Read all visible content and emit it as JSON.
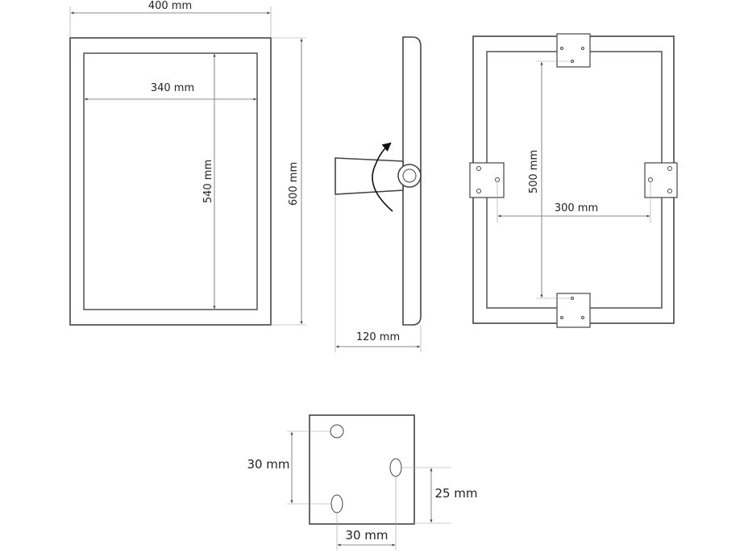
{
  "dimensions": {
    "front_width": "400 mm",
    "inner_width": "340 mm",
    "inner_height": "540 mm",
    "total_height": "600 mm",
    "depth": "120 mm",
    "mount_vertical": "500 mm",
    "mount_horizontal": "300 mm",
    "plate_hole_vertical": "30 mm",
    "plate_slot_spacing": "25 mm",
    "plate_hole_horizontal": "30 mm"
  },
  "colors": {
    "line": "#444444",
    "dimension": "#666666",
    "background": "#ffffff"
  },
  "icons": {
    "rotation": "curved-arrow-icon"
  }
}
